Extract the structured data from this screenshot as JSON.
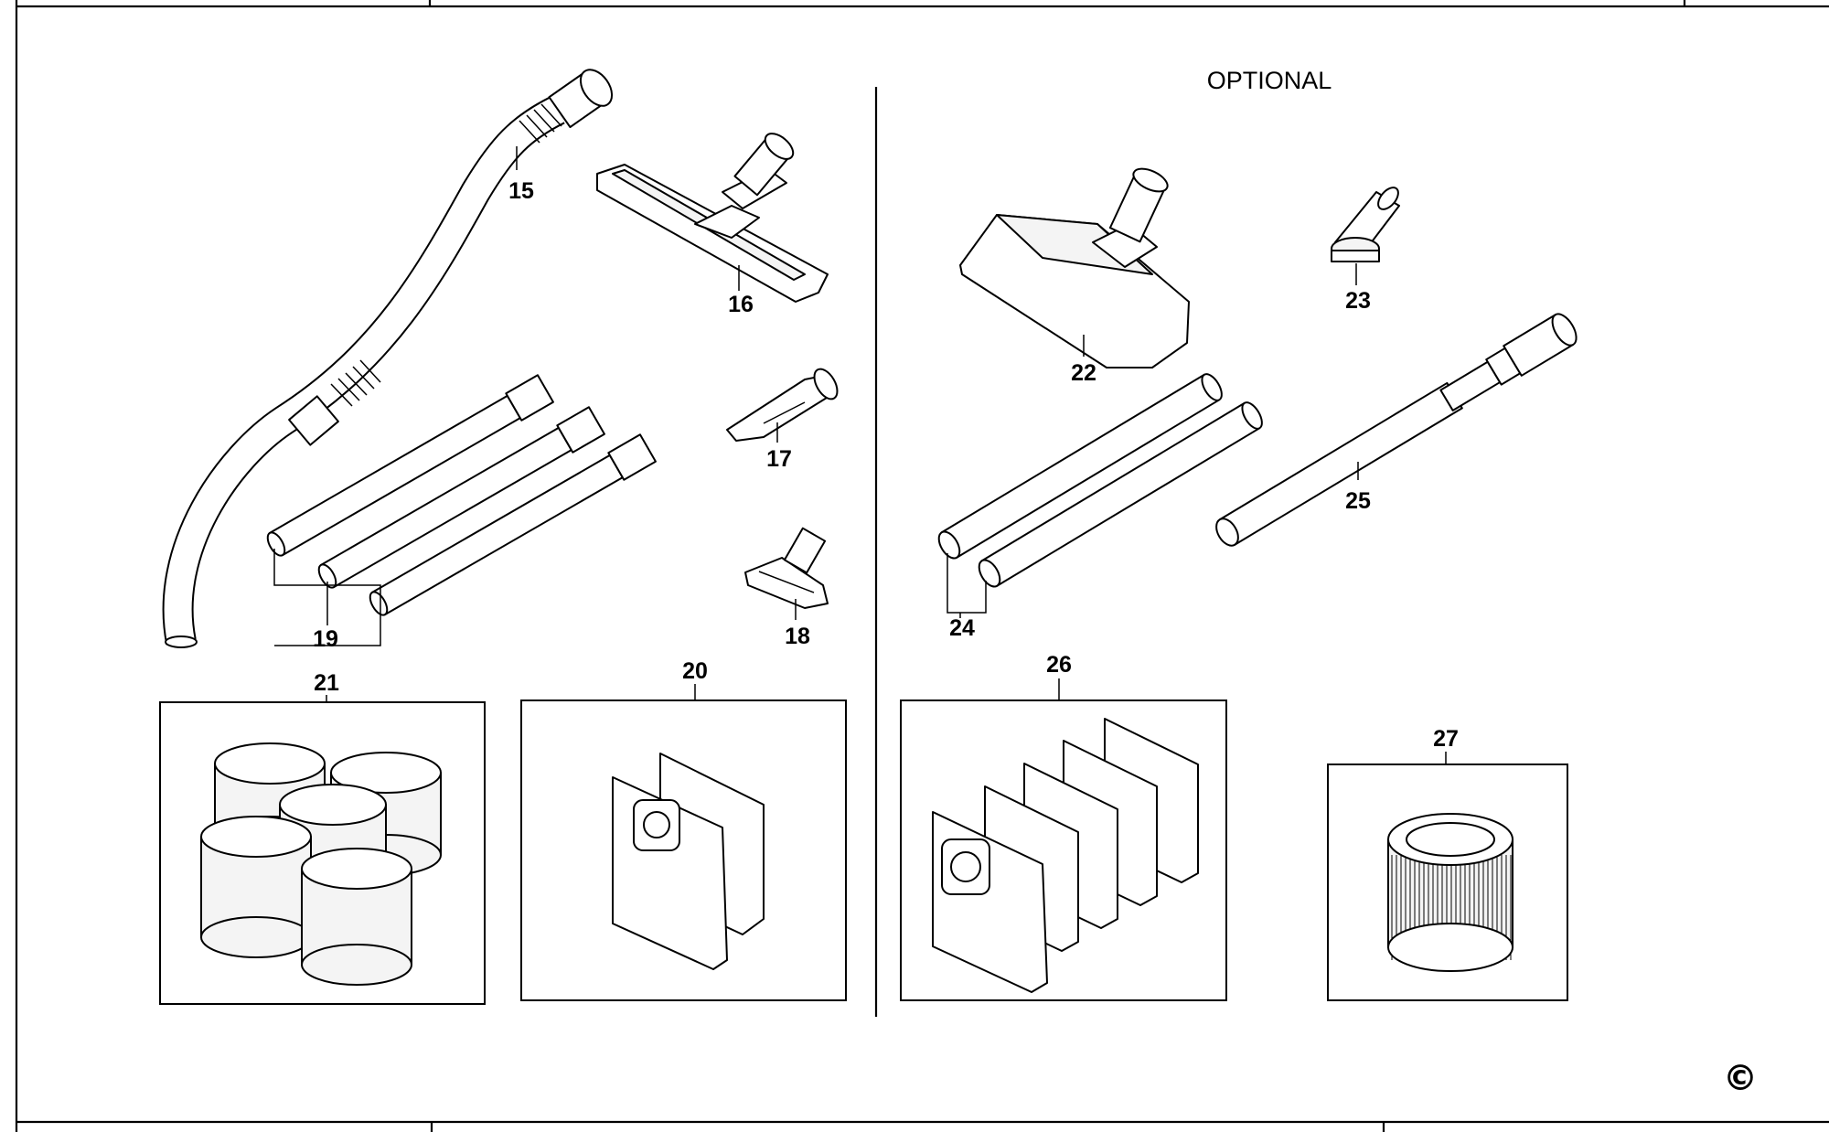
{
  "diagram": {
    "section_heading": "OPTIONAL",
    "copyright_mark": "©",
    "parts": [
      {
        "number": "15",
        "name": "hose",
        "icon": "hose-icon"
      },
      {
        "number": "16",
        "name": "floor nozzle",
        "icon": "floor-nozzle-icon"
      },
      {
        "number": "17",
        "name": "crevice tool",
        "icon": "crevice-tool-icon"
      },
      {
        "number": "18",
        "name": "upholstery nozzle",
        "icon": "upholstery-nozzle-icon"
      },
      {
        "number": "19",
        "name": "extension tubes",
        "icon": "extension-tube-icon"
      },
      {
        "number": "20",
        "name": "dust bags",
        "icon": "dust-bag-icon"
      },
      {
        "number": "21",
        "name": "foam filters",
        "icon": "foam-filter-icon"
      },
      {
        "number": "22",
        "name": "combination floor nozzle",
        "icon": "floor-nozzle-icon"
      },
      {
        "number": "23",
        "name": "dusting brush",
        "icon": "brush-icon"
      },
      {
        "number": "24",
        "name": "extension tubes",
        "icon": "extension-tube-icon"
      },
      {
        "number": "25",
        "name": "telescopic tube",
        "icon": "telescopic-tube-icon"
      },
      {
        "number": "26",
        "name": "dust bags",
        "icon": "dust-bag-icon"
      },
      {
        "number": "27",
        "name": "cartridge filter",
        "icon": "cartridge-filter-icon"
      }
    ]
  }
}
